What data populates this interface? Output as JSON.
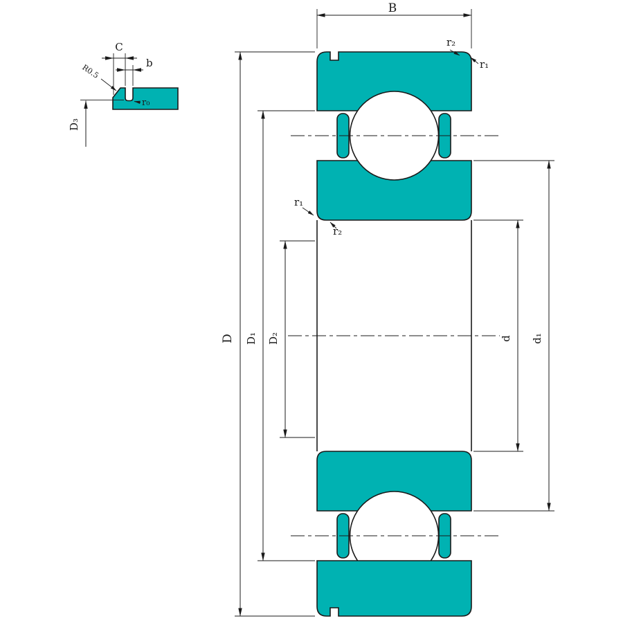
{
  "colors": {
    "ring_fill": "#00b2b2",
    "line": "#1a1a1a",
    "background": "#ffffff",
    "ball_fill": "#ffffff"
  },
  "labels": {
    "B": "B",
    "D": "D",
    "D1": "D₁",
    "D2": "D₂",
    "d": "d",
    "d1": "d₁",
    "r1": "r₁",
    "r2": "r₂",
    "C": "C",
    "b": "b",
    "r0": "r₀",
    "R05": "R0.5",
    "D3": "D₃"
  }
}
